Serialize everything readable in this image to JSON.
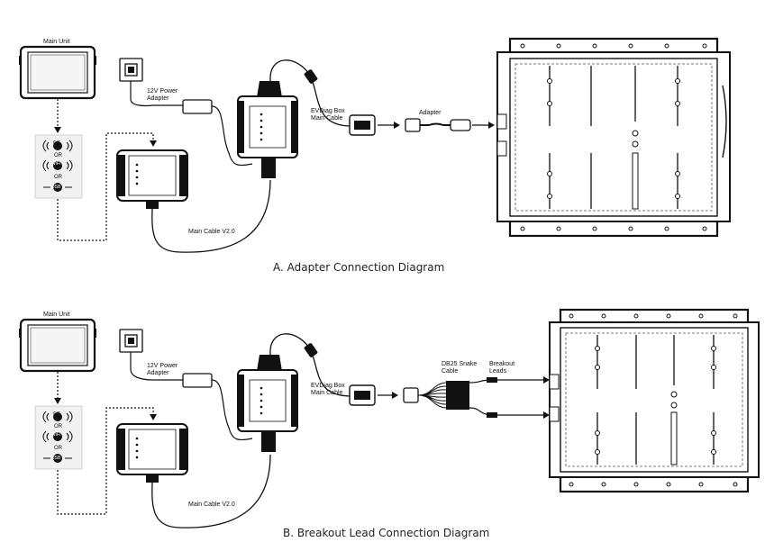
{
  "diagrams": [
    {
      "caption": "A. Adapter Connection Diagram",
      "main_unit_label": "Main Unit",
      "power_label": "12V Power\nAdapter",
      "box_cable_label": "EVDiag Box\nMain Cable",
      "main_cable_label": "Main Cable V2.0",
      "adapter_label": "Adapter",
      "link_options": [
        "BT",
        "OR",
        "WiFi",
        "OR",
        "USB"
      ]
    },
    {
      "caption": "B. Breakout Lead Connection Diagram",
      "main_unit_label": "Main Unit",
      "power_label": "12V Power\nAdapter",
      "box_cable_label": "EVDiag Box\nMain Cable",
      "main_cable_label": "Main Cable V2.0",
      "snake_label": "DB25 Snake\nCable",
      "leads_label": "Breakout\nLeads",
      "link_options": [
        "BT",
        "OR",
        "WiFi",
        "OR",
        "USB"
      ]
    }
  ]
}
